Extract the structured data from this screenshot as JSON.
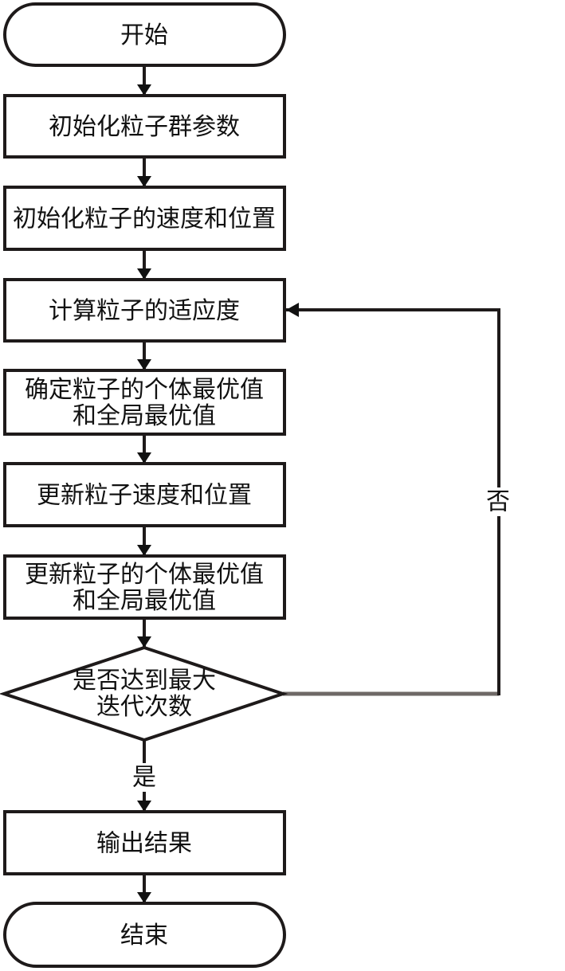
{
  "diagram": {
    "type": "flowchart",
    "nodes": [
      {
        "id": "start",
        "shape": "terminal",
        "text": [
          "开始"
        ]
      },
      {
        "id": "init-params",
        "shape": "process",
        "text": [
          "初始化粒子群参数"
        ]
      },
      {
        "id": "init-velocity-position",
        "shape": "process",
        "text": [
          "初始化粒子的速度和位置"
        ]
      },
      {
        "id": "compute-fitness",
        "shape": "process",
        "text": [
          "计算粒子的适应度"
        ]
      },
      {
        "id": "determine-best",
        "shape": "process",
        "text": [
          "确定粒子的个体最优值",
          "和全局最优值"
        ]
      },
      {
        "id": "update-velocity-position",
        "shape": "process",
        "text": [
          "更新粒子速度和位置"
        ]
      },
      {
        "id": "update-best",
        "shape": "process",
        "text": [
          "更新粒子的个体最优值",
          "和全局最优值"
        ]
      },
      {
        "id": "max-iter-check",
        "shape": "decision",
        "text": [
          "是否达到最大",
          "迭代次数"
        ]
      },
      {
        "id": "output-result",
        "shape": "process",
        "text": [
          "输出结果"
        ]
      },
      {
        "id": "end",
        "shape": "terminal",
        "text": [
          "结束"
        ]
      }
    ],
    "edges": [
      {
        "from": "start",
        "to": "init-params",
        "label": ""
      },
      {
        "from": "init-params",
        "to": "init-velocity-position",
        "label": ""
      },
      {
        "from": "init-velocity-position",
        "to": "compute-fitness",
        "label": ""
      },
      {
        "from": "compute-fitness",
        "to": "determine-best",
        "label": ""
      },
      {
        "from": "determine-best",
        "to": "update-velocity-position",
        "label": ""
      },
      {
        "from": "update-velocity-position",
        "to": "update-best",
        "label": ""
      },
      {
        "from": "update-best",
        "to": "max-iter-check",
        "label": ""
      },
      {
        "from": "max-iter-check",
        "to": "output-result",
        "label": "是"
      },
      {
        "from": "max-iter-check",
        "to": "compute-fitness",
        "label": "否"
      },
      {
        "from": "output-result",
        "to": "end",
        "label": ""
      }
    ],
    "labels": {
      "yes": "是",
      "no": "否"
    }
  }
}
